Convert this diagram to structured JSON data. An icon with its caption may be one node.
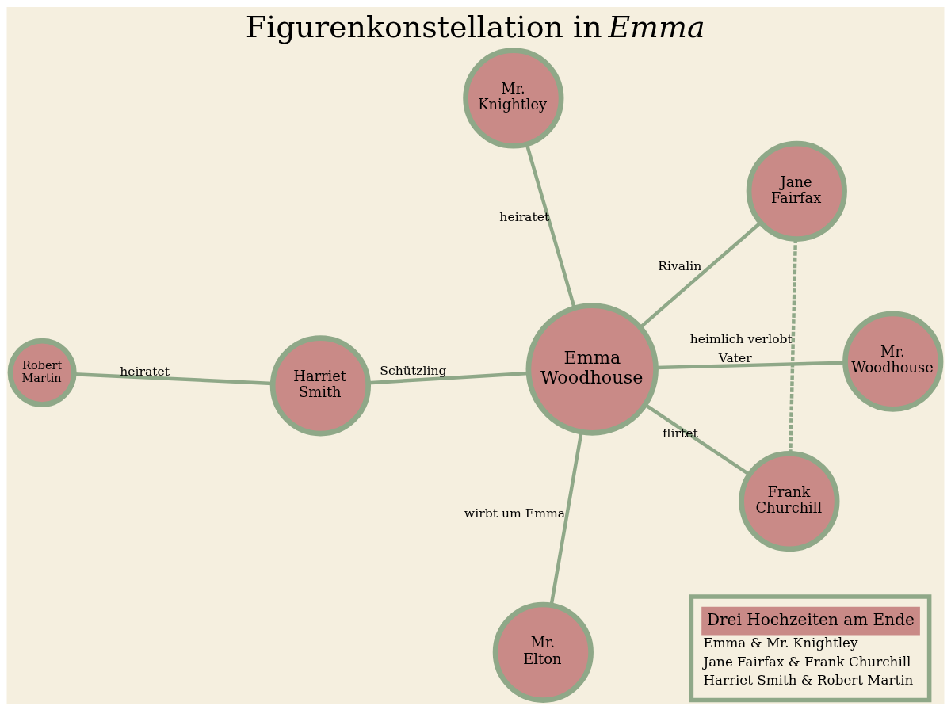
{
  "diagram": {
    "title": "Figurenkonstellation in *Emma*",
    "nodes": [
      {
        "text": [
          "Mr. Knightley"
        ]
      },
      {
        "text": [
          "Mr. Woodhouse"
        ]
      },
      {
        "text": [
          "Harriet Smith"
        ]
      },
      {
        "text": [
          "Robert Martin"
        ]
      },
      {
        "text": [
          "Emma Woodhouse"
        ]
      },
      {
        "text": [
          "Jane Fairfax"
        ]
      },
      {
        "text": [
          "Mr. Elton"
        ]
      },
      {
        "text": [
          "Frank Churchill"
        ]
      },
      {
        "text": [
          "Drei Hochzeiten am Ende",
          "Emma & Mr. Knightley",
          "Jane Fairfax & Frank Churchill",
          "Harriet Smith & Robert Martin"
        ]
      }
    ],
    "edges": [
      {
        "from": 4,
        "to": 0,
        "arrow": "none",
        "label": "heiratet"
      },
      {
        "from": 1,
        "to": 4,
        "arrow": "none",
        "label": "Vater"
      },
      {
        "from": 4,
        "to": 2,
        "arrow": "none",
        "label": "Schützling"
      },
      {
        "from": 2,
        "to": 3,
        "arrow": "none",
        "label": "heiratet"
      },
      {
        "from": 5,
        "to": 4,
        "arrow": "none",
        "label": "Rivalin"
      },
      {
        "from": 4,
        "to": 6,
        "arrow": "none",
        "label": "wirbt um Emma"
      },
      {
        "from": 4,
        "to": 7,
        "arrow": "none",
        "label": "flirtet"
      },
      {
        "from": 5,
        "to": 7,
        "arrow": "none",
        "label": "heimlich verlobt",
        "style": "dashed"
      }
    ]
  }
}
